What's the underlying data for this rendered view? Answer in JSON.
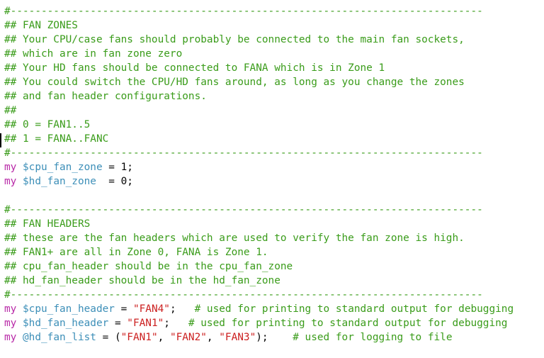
{
  "colors": {
    "comment": "#3a9c1a",
    "keyword": "#b92aa8",
    "variable": "#3d8fb8",
    "string": "#cc2020",
    "plain": "#000000",
    "background": "#ffffff"
  },
  "lines": [
    [
      {
        "t": "comment",
        "s": "#-----------------------------------------------------------------------------"
      }
    ],
    [
      {
        "t": "comment",
        "s": "## FAN ZONES"
      }
    ],
    [
      {
        "t": "comment",
        "s": "## Your CPU/case fans should probably be connected to the main fan sockets,"
      }
    ],
    [
      {
        "t": "comment",
        "s": "## which are in fan zone zero"
      }
    ],
    [
      {
        "t": "comment",
        "s": "## Your HD fans should be connected to FANA which is in Zone 1"
      }
    ],
    [
      {
        "t": "comment",
        "s": "## You could switch the CPU/HD fans around, as long as you change the zones"
      }
    ],
    [
      {
        "t": "comment",
        "s": "## and fan header configurations."
      }
    ],
    [
      {
        "t": "comment",
        "s": "##"
      }
    ],
    [
      {
        "t": "comment",
        "s": "## 0 = FAN1..5"
      }
    ],
    [
      {
        "t": "comment",
        "s": "## 1 = FANA..FANC"
      }
    ],
    [
      {
        "t": "comment",
        "s": "#-----------------------------------------------------------------------------"
      }
    ],
    [
      {
        "t": "keyword",
        "s": "my"
      },
      {
        "t": "plain",
        "s": " "
      },
      {
        "t": "variable",
        "s": "$cpu_fan_zone"
      },
      {
        "t": "plain",
        "s": " = 1;"
      }
    ],
    [
      {
        "t": "keyword",
        "s": "my"
      },
      {
        "t": "plain",
        "s": " "
      },
      {
        "t": "variable",
        "s": "$hd_fan_zone"
      },
      {
        "t": "plain",
        "s": "  = 0;"
      }
    ],
    [
      {
        "t": "plain",
        "s": ""
      }
    ],
    [
      {
        "t": "comment",
        "s": "#-----------------------------------------------------------------------------"
      }
    ],
    [
      {
        "t": "comment",
        "s": "## FAN HEADERS"
      }
    ],
    [
      {
        "t": "comment",
        "s": "## these are the fan headers which are used to verify the fan zone is high."
      }
    ],
    [
      {
        "t": "comment",
        "s": "## FAN1+ are all in Zone 0, FANA is Zone 1."
      }
    ],
    [
      {
        "t": "comment",
        "s": "## cpu_fan_header should be in the cpu_fan_zone"
      }
    ],
    [
      {
        "t": "comment",
        "s": "## hd_fan_header should be in the hd_fan_zone"
      }
    ],
    [
      {
        "t": "comment",
        "s": "#-----------------------------------------------------------------------------"
      }
    ],
    [
      {
        "t": "keyword",
        "s": "my"
      },
      {
        "t": "plain",
        "s": " "
      },
      {
        "t": "variable",
        "s": "$cpu_fan_header"
      },
      {
        "t": "plain",
        "s": " = "
      },
      {
        "t": "string",
        "s": "\"FAN4\""
      },
      {
        "t": "plain",
        "s": ";   "
      },
      {
        "t": "comment",
        "s": "# used for printing to standard output for debugging"
      }
    ],
    [
      {
        "t": "keyword",
        "s": "my"
      },
      {
        "t": "plain",
        "s": " "
      },
      {
        "t": "variable",
        "s": "$hd_fan_header"
      },
      {
        "t": "plain",
        "s": " = "
      },
      {
        "t": "string",
        "s": "\"FAN1\""
      },
      {
        "t": "plain",
        "s": ";   "
      },
      {
        "t": "comment",
        "s": "# used for printing to standard output for debugging"
      }
    ],
    [
      {
        "t": "keyword",
        "s": "my"
      },
      {
        "t": "plain",
        "s": " "
      },
      {
        "t": "variable",
        "s": "@hd_fan_list"
      },
      {
        "t": "plain",
        "s": " = ("
      },
      {
        "t": "string",
        "s": "\"FAN1\""
      },
      {
        "t": "plain",
        "s": ", "
      },
      {
        "t": "string",
        "s": "\"FAN2\""
      },
      {
        "t": "plain",
        "s": ", "
      },
      {
        "t": "string",
        "s": "\"FAN3\""
      },
      {
        "t": "plain",
        "s": ");    "
      },
      {
        "t": "comment",
        "s": "# used for logging to file"
      }
    ]
  ]
}
